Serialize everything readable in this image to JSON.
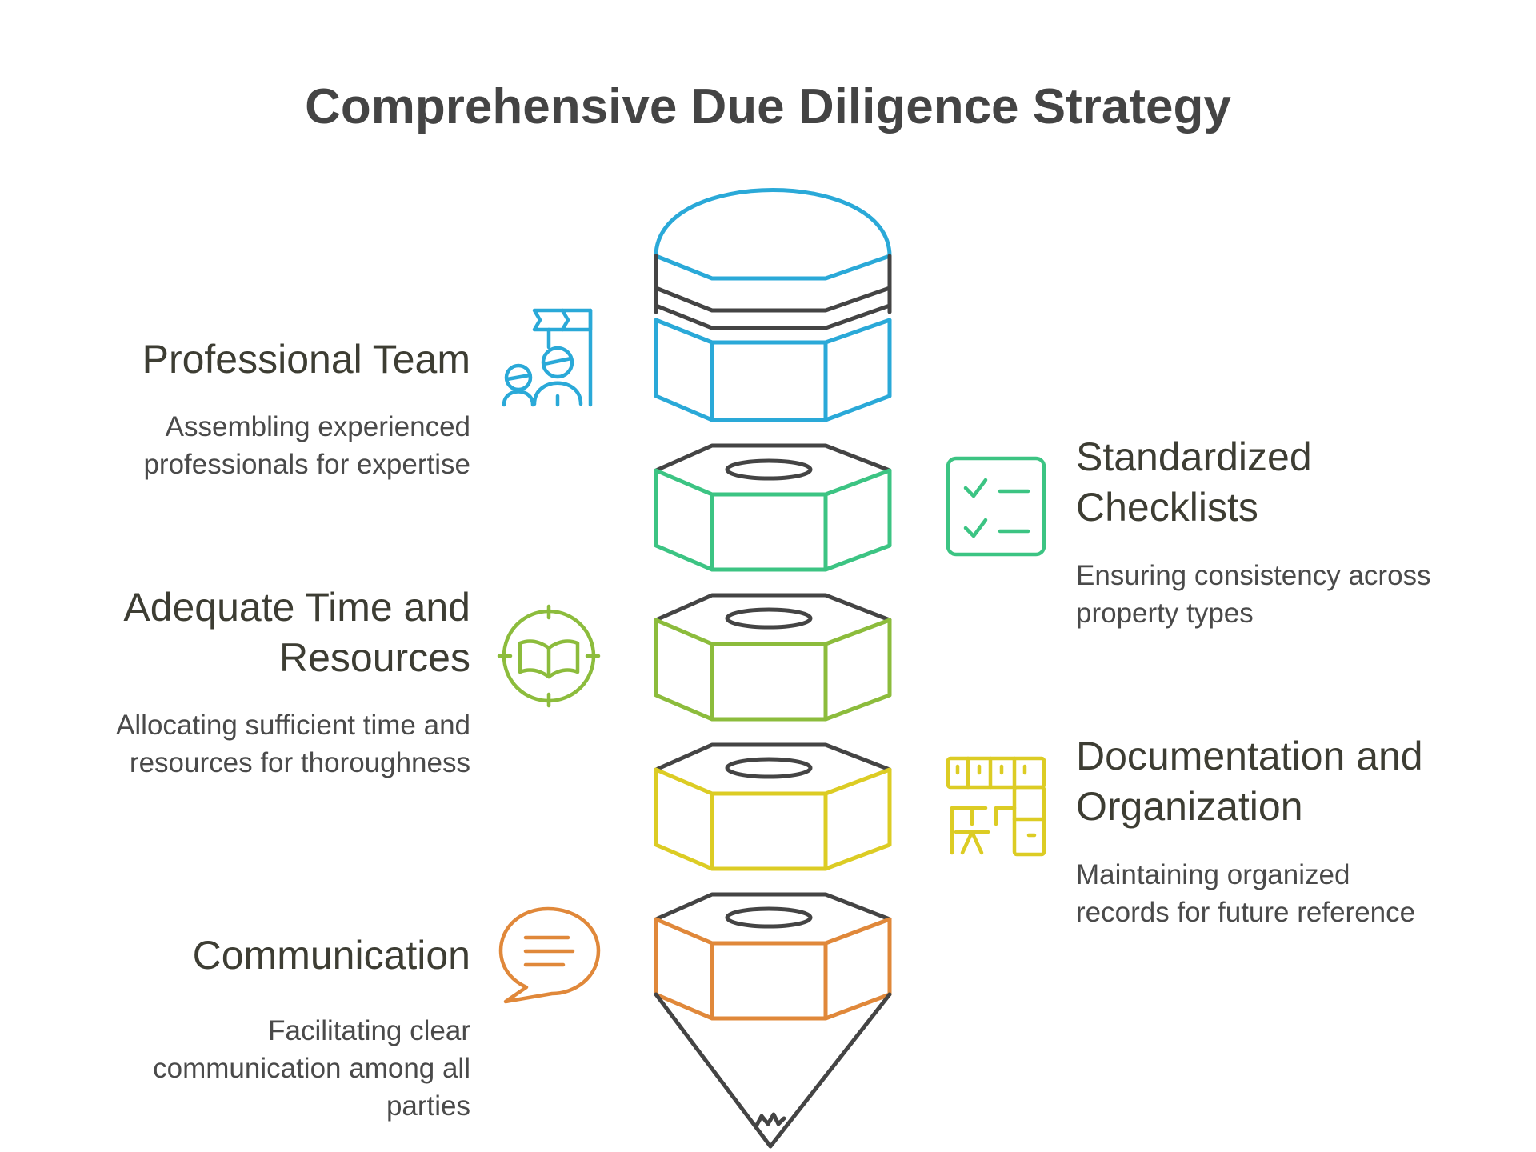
{
  "title": "Comprehensive Due Diligence Strategy",
  "colors": {
    "blue": "#2aa9d8",
    "green": "#3cc483",
    "lime": "#8cbc3c",
    "yellow": "#dccc24",
    "orange": "#e0883a",
    "outline": "#444444"
  },
  "items": [
    {
      "heading_lines": [
        "Professional Team"
      ],
      "description_lines": [
        "Assembling experienced",
        "professionals for expertise"
      ],
      "icon": "team-flag-icon",
      "color": "#2aa9d8",
      "side": "left"
    },
    {
      "heading_lines": [
        "Standardized",
        "Checklists"
      ],
      "description_lines": [
        "Ensuring consistency across",
        "property types"
      ],
      "icon": "checklist-icon",
      "color": "#3cc483",
      "side": "right"
    },
    {
      "heading_lines": [
        "Adequate Time and",
        "Resources"
      ],
      "description_lines": [
        "Allocating sufficient time and",
        "resources for thoroughness"
      ],
      "icon": "book-clock-icon",
      "color": "#8cbc3c",
      "side": "left"
    },
    {
      "heading_lines": [
        "Documentation and",
        "Organization"
      ],
      "description_lines": [
        "Maintaining organized",
        "records for future reference"
      ],
      "icon": "organizer-icon",
      "color": "#dccc24",
      "side": "right"
    },
    {
      "heading_lines": [
        "Communication"
      ],
      "description_lines": [
        "Facilitating clear",
        "communication among all",
        "parties"
      ],
      "icon": "speech-bubble-icon",
      "color": "#e0883a",
      "side": "left"
    }
  ]
}
